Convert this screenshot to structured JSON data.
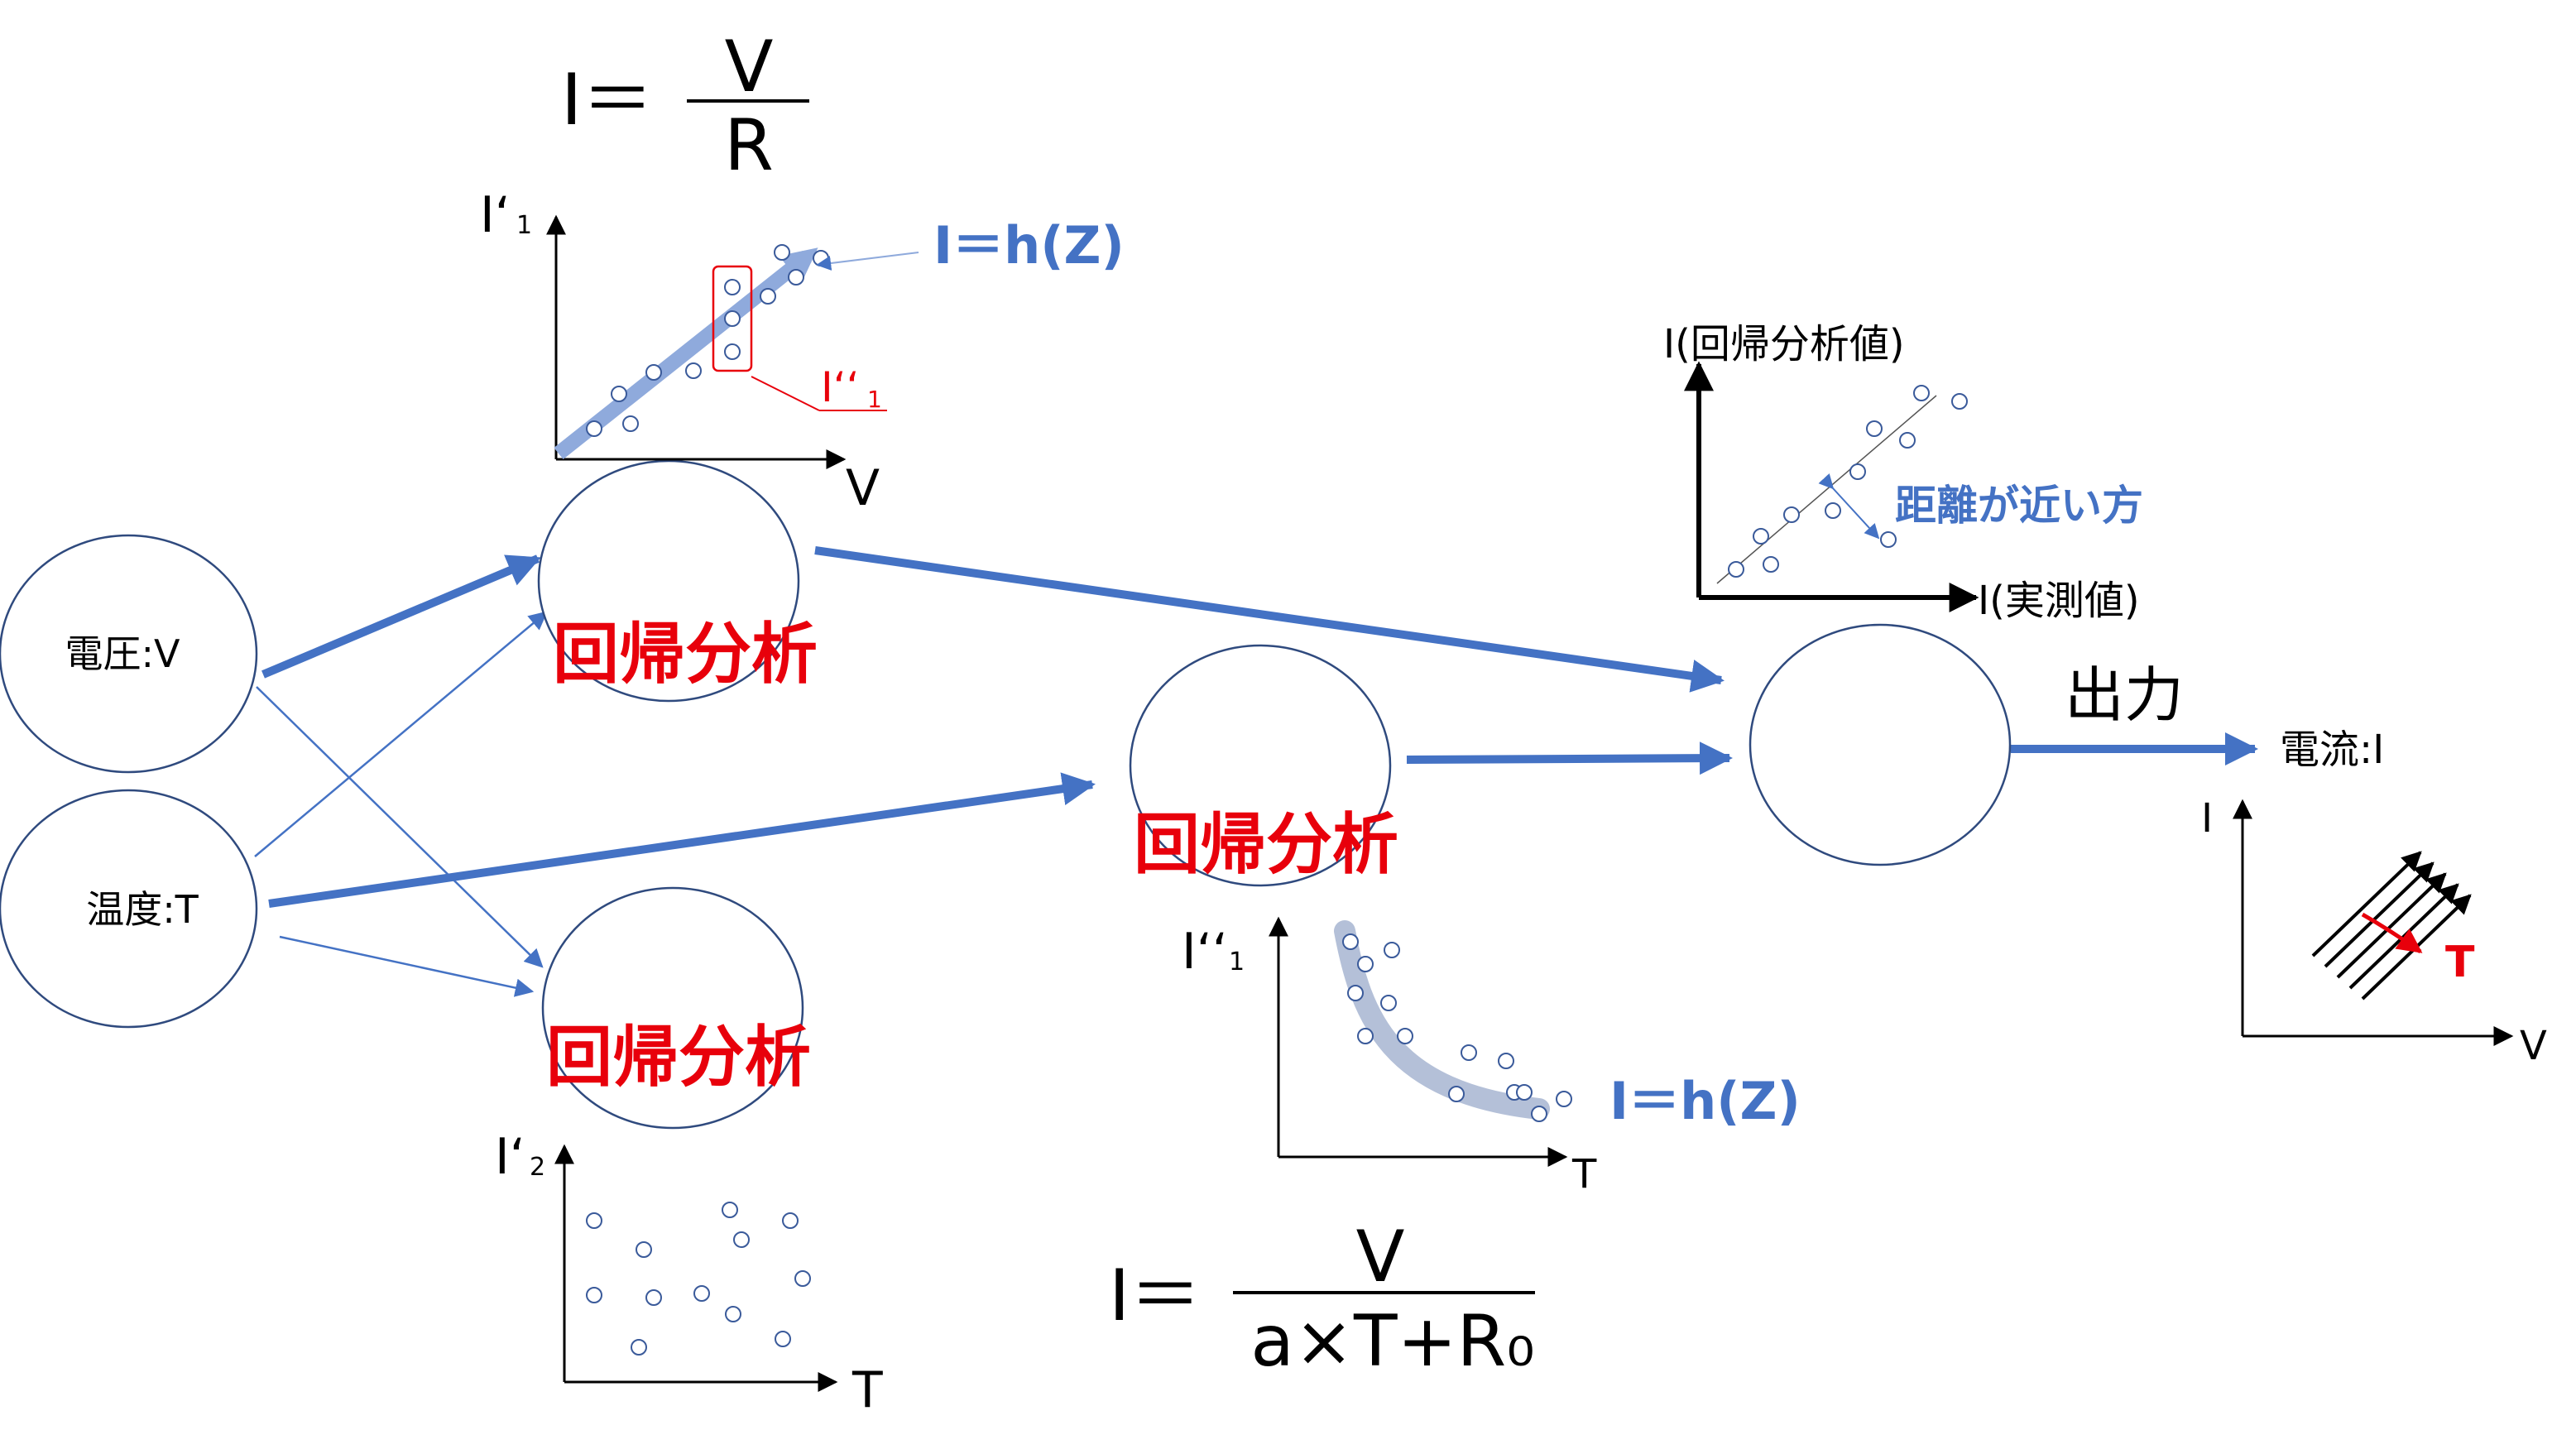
{
  "colors": {
    "node_stroke": "#2f4a7e",
    "arrow_blue": "#4472c4",
    "accent_red": "#e8000b",
    "text_black": "#000000",
    "band_blue": "#8faadc",
    "band_gray": "#b4c0d8"
  },
  "inputs": {
    "voltage": "電圧:V",
    "temperature": "温度:T"
  },
  "output": {
    "label": "出力",
    "current": "電流:I"
  },
  "regression_label": "回帰分析",
  "formulas": {
    "top": {
      "lhs": "I＝",
      "numerator": "V",
      "denominator": "R"
    },
    "bottom": {
      "lhs": "I＝",
      "numerator": "V",
      "denominator": "a×T+R₀"
    }
  },
  "plot_iv": {
    "y_label": "I‘",
    "y_sub": "1",
    "x_label": "V",
    "fit_label": "I＝h(Z)",
    "cluster_label": "I‘‘",
    "cluster_sub": "1"
  },
  "plot_it2": {
    "y_label": "I‘",
    "y_sub": "2",
    "x_label": "T"
  },
  "plot_it1": {
    "y_label": "I‘‘",
    "y_sub": "1",
    "x_label": "T",
    "fit_label": "I＝h(Z)"
  },
  "plot_compare": {
    "y_label": "I(回帰分析値)",
    "x_label": "I(実測値)",
    "note": "距離が近い方"
  },
  "plot_output": {
    "y_label": "I",
    "x_label": "V",
    "param": "T"
  }
}
